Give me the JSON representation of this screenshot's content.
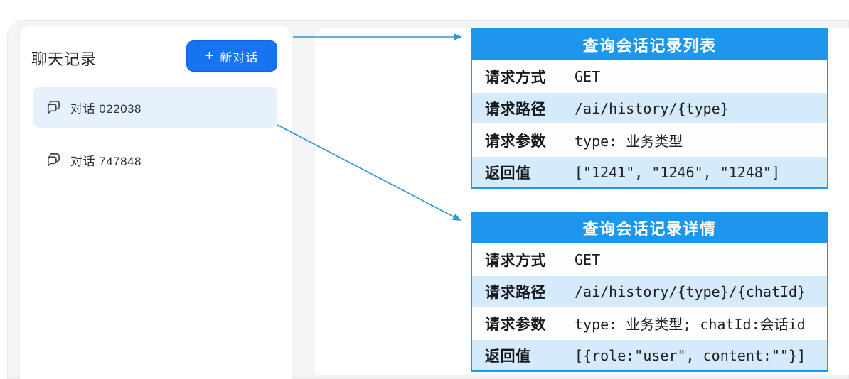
{
  "sidebar": {
    "title": "聊天记录",
    "new_chat": {
      "plus": "+",
      "label": "新对话"
    },
    "items": [
      {
        "label": "对话 022038",
        "selected": true
      },
      {
        "label": "对话 747848",
        "selected": false
      }
    ]
  },
  "tables": [
    {
      "title": "查询会话记录列表",
      "rows": [
        {
          "label": "请求方式",
          "value": "GET"
        },
        {
          "label": "请求路径",
          "value": "/ai/history/{type}"
        },
        {
          "label": "请求参数",
          "value": "type: 业务类型"
        },
        {
          "label": "返回值",
          "value": "[\"1241\", \"1246\", \"1248\"]"
        }
      ]
    },
    {
      "title": "查询会话记录详情",
      "rows": [
        {
          "label": "请求方式",
          "value": "GET"
        },
        {
          "label": "请求路径",
          "value": "/ai/history/{type}/{chatId}"
        },
        {
          "label": "请求参数",
          "value": "type: 业务类型; chatId:会话id"
        },
        {
          "label": "返回值",
          "value": "[{role:\"user\", content:\"\"}]"
        }
      ]
    }
  ],
  "colors": {
    "accent_blue": "#1673f2",
    "table_header_blue": "#1d97ee",
    "table_row_blue": "#d5ebfc",
    "selected_item_blue": "#e7f1fd",
    "arrow_blue": "#3095d6"
  }
}
